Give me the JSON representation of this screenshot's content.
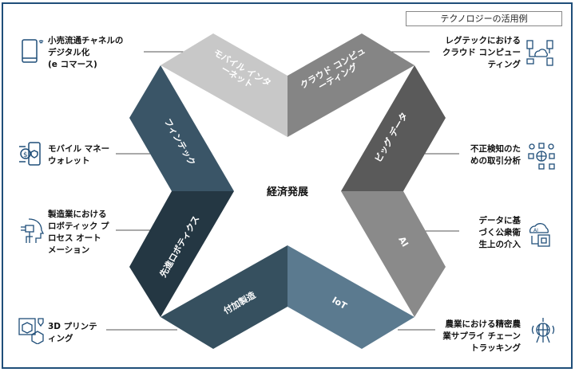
{
  "title": "テクノロジーの活用例",
  "center_label": "経済発展",
  "panels": {
    "mobile_internet": {
      "label": "モバイル インタ\nーネット",
      "color": "#c8c8c8"
    },
    "cloud": {
      "label": "クラウド コンピュ\nーティング",
      "color": "#858585"
    },
    "big_data": {
      "label": "ビッグ データ",
      "color": "#5a5a5a"
    },
    "ai": {
      "label": "AI",
      "color": "#8a8a8a"
    },
    "iot": {
      "label": "IoT",
      "color": "#5b7a8f"
    },
    "additive": {
      "label": "付加製造",
      "color": "#36505f"
    },
    "robotics": {
      "label": "先進ロボティクス",
      "color": "#243743"
    },
    "fintech": {
      "label": "フィンテック",
      "color": "#3a5567"
    }
  },
  "left_items": [
    {
      "label": "小売流通チャネルの\nデジタル化\n(e コマース)",
      "icon": "tablet-wifi-icon"
    },
    {
      "label": "モバイル マネー\nウォレット",
      "icon": "mobile-wallet-icon"
    },
    {
      "label": "製造業における\nロボティック プ\nロセス オート\nメーション",
      "icon": "robot-head-icon"
    },
    {
      "label": "3D プリンテ\nィング",
      "icon": "3d-printer-icon"
    }
  ],
  "right_items": [
    {
      "label": "レグテックにおける\nクラウド コンピュー\nティング",
      "icon": "cloud-network-icon"
    },
    {
      "label": "不正検知のた\nめの取引分析",
      "icon": "globe-network-icon"
    },
    {
      "label": "データに基\nづく公衆衛\n生上の介入",
      "icon": "ai-chip-icon"
    },
    {
      "label": "農業における精密農\n業サプライ チェーン\nトラッキング",
      "icon": "satellite-globe-icon"
    }
  ],
  "colors": {
    "frame": "#1f4e79",
    "icon": "#1f4e79",
    "connector": "#555555"
  }
}
